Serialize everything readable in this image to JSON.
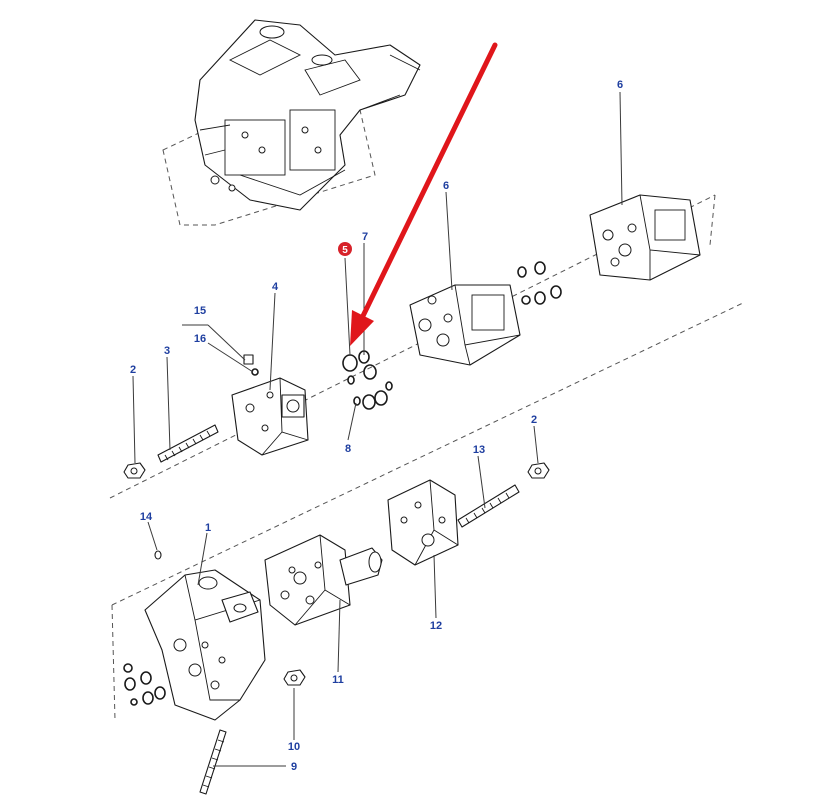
{
  "diagram": {
    "callouts": {
      "c1": "1",
      "c2a": "2",
      "c2b": "2",
      "c3": "3",
      "c4": "4",
      "c5": "5",
      "c6a": "6",
      "c6b": "6",
      "c7": "7",
      "c8": "8",
      "c9": "9",
      "c10": "10",
      "c11": "11",
      "c12": "12",
      "c13": "13",
      "c14": "14",
      "c15": "15",
      "c16": "16"
    },
    "highlighted_callout": "5",
    "colors": {
      "callout_text": "#1f3fa0",
      "highlight_badge": "#d7222a",
      "pointer_arrow": "#e0161b"
    }
  }
}
